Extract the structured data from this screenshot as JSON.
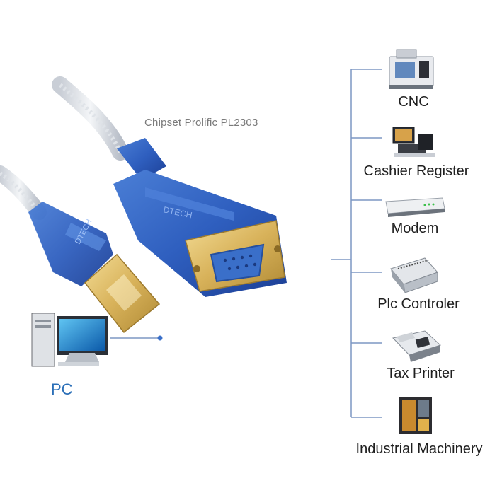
{
  "chipset_label": "Chipset Prolific PL2303",
  "pc": {
    "label": "PC",
    "icon": "desktop-computer-icon"
  },
  "cable": {
    "brand": "DTECH",
    "color": "#2f5fbf"
  },
  "colors": {
    "line": "#7d97c4",
    "pc_label": "#2b6fb8",
    "cable_blue": "#2f5fbf",
    "connector_gold": "#d8b25a"
  },
  "devices": [
    {
      "label": "CNC",
      "icon": "cnc-machine-icon"
    },
    {
      "label": "Cashier Register",
      "icon": "cash-register-icon"
    },
    {
      "label": "Modem",
      "icon": "modem-icon"
    },
    {
      "label": "Plc Controler",
      "icon": "plc-controller-icon"
    },
    {
      "label": "Tax Printer",
      "icon": "tax-printer-icon"
    },
    {
      "label": "Industrial Machinery",
      "icon": "industrial-machinery-icon"
    }
  ]
}
